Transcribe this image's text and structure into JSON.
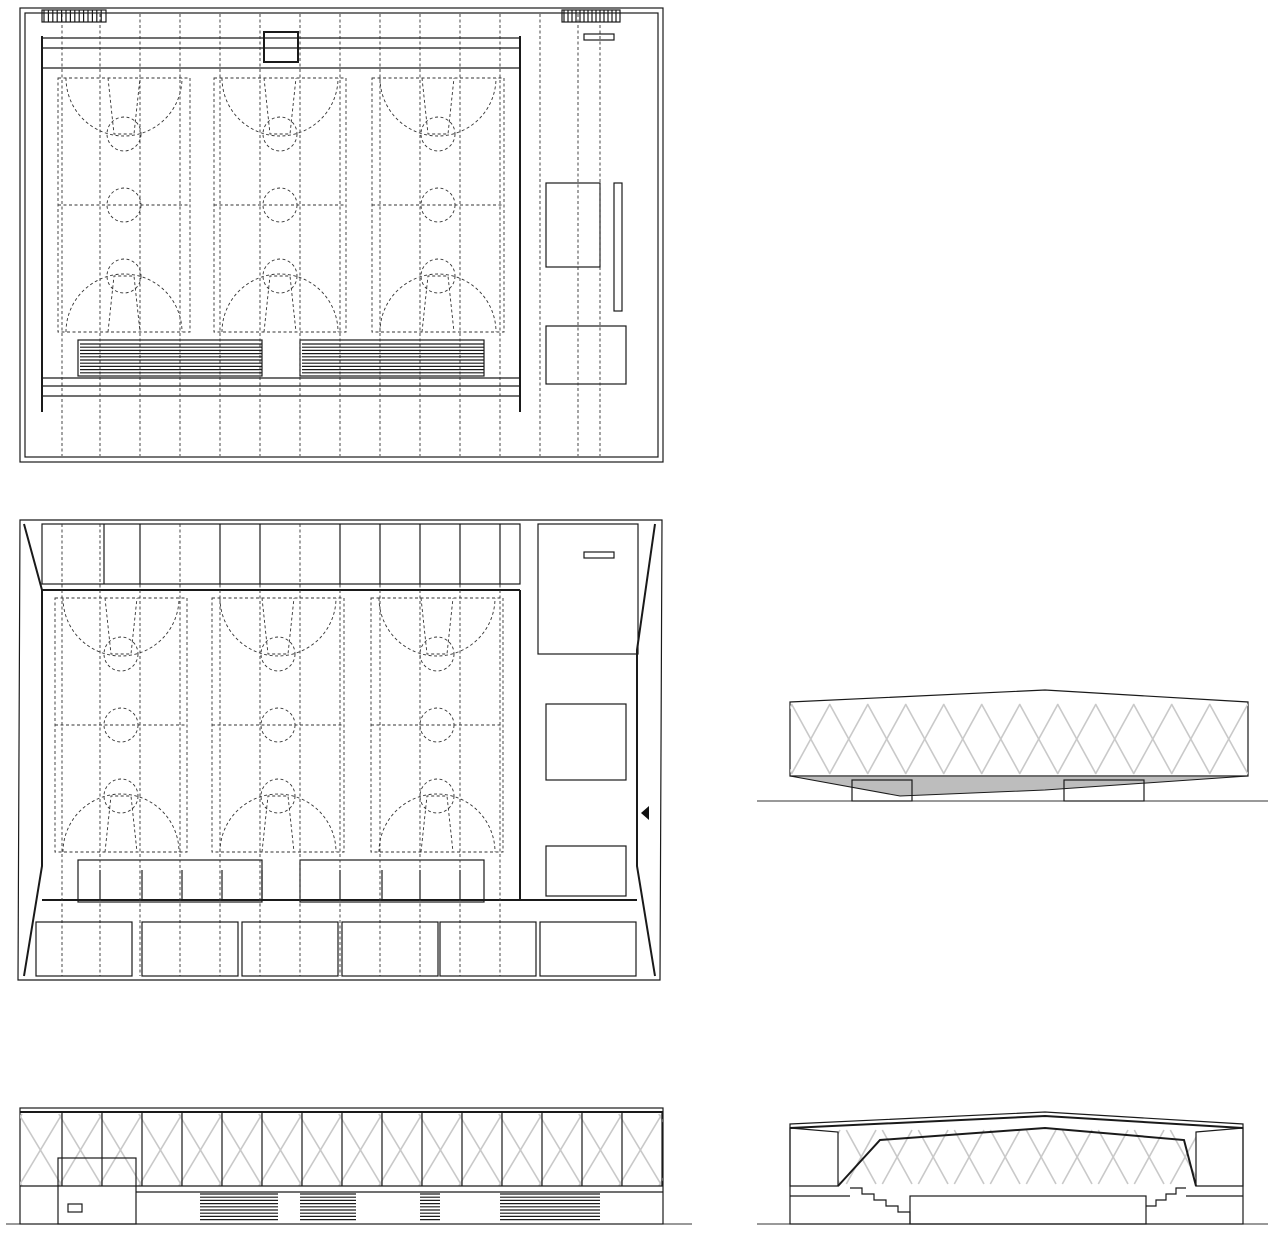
{
  "sheet": {
    "drawings": [
      {
        "id": "upper-floor-plan",
        "kind": "plan",
        "courts": 3
      },
      {
        "id": "ground-floor-plan",
        "kind": "plan",
        "courts": 3
      },
      {
        "id": "exterior-elevation",
        "kind": "elevation"
      },
      {
        "id": "longitudinal-section",
        "kind": "section"
      },
      {
        "id": "cross-section",
        "kind": "section"
      }
    ],
    "entrance_marker": "triangle-arrow-icon",
    "colors": {
      "line": "#1a1a1a",
      "facade_mesh": "#c9c9c9",
      "soffit_shade": "#bdbdbd",
      "background": "#ffffff"
    }
  }
}
